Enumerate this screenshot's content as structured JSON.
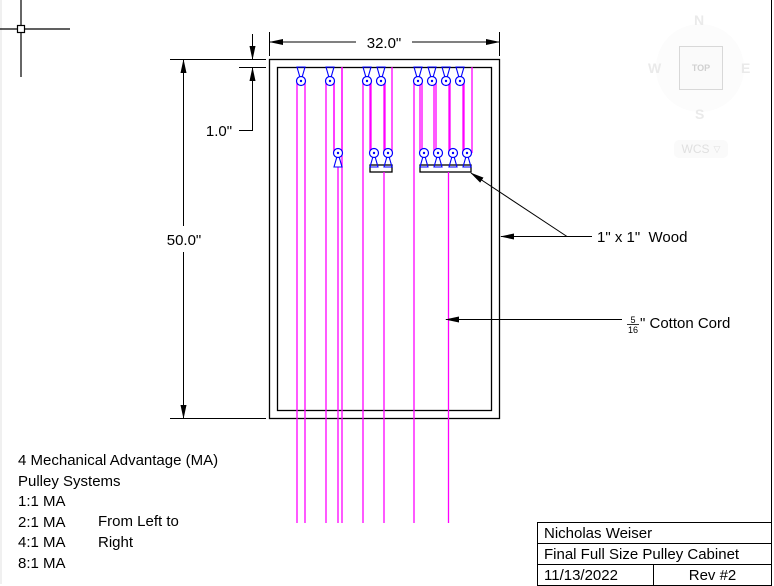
{
  "drawing": {
    "title": "Final Full Size Pulley Cabinet",
    "dimensions": {
      "width_label": "32.0\"",
      "height_label": "50.0\"",
      "offset_label": "1.0\""
    },
    "callouts": {
      "wood": "1\" x 1\"  Wood",
      "cord_fraction_num": "5",
      "cord_fraction_den": "16",
      "cord": "\" Cotton Cord"
    },
    "colors": {
      "cord": "#ff00ff",
      "pulley": "#0000ff",
      "linework": "#000000"
    },
    "systems": [
      {
        "ratio": "1:1",
        "fixed_pulleys": 1,
        "moving_pulleys": 0
      },
      {
        "ratio": "2:1",
        "fixed_pulleys": 1,
        "moving_pulleys": 1
      },
      {
        "ratio": "4:1",
        "fixed_pulleys": 2,
        "moving_pulleys": 2
      },
      {
        "ratio": "8:1",
        "fixed_pulleys": 4,
        "moving_pulleys": 4
      }
    ]
  },
  "notes": {
    "heading_line1": "4 Mechanical Advantage (MA)",
    "heading_line2": "Pulley Systems",
    "items": [
      "1:1 MA",
      "2:1 MA",
      "4:1 MA",
      "8:1 MA"
    ],
    "order_line1": "From Left to",
    "order_line2": "Right"
  },
  "title_block": {
    "author": "Nicholas Weiser",
    "title": "Final Full Size Pulley Cabinet",
    "date": "11/13/2022",
    "revision": "Rev #2"
  },
  "viewcube": {
    "north": "N",
    "south": "S",
    "east": "E",
    "west": "W",
    "face": "TOP",
    "coord_system": "WCS"
  }
}
